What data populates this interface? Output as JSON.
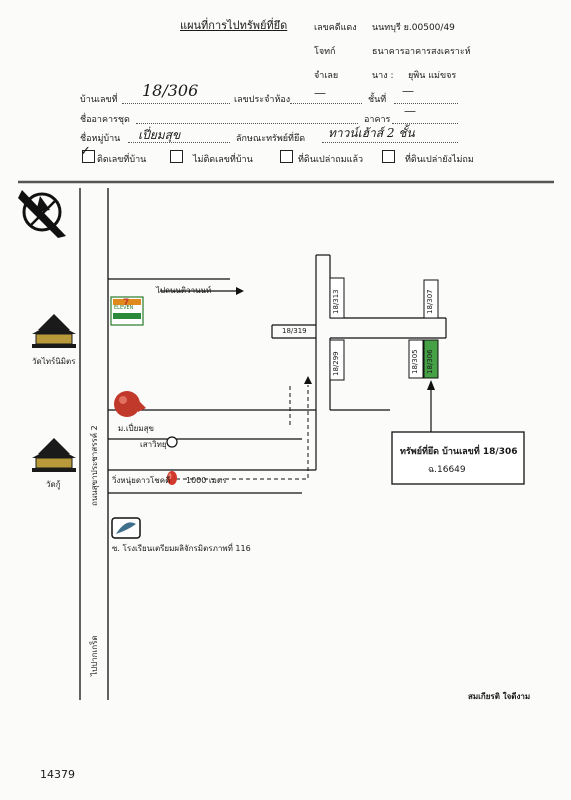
{
  "header": {
    "title": "แผนที่การไปทรัพย์ที่ยึด",
    "case_label": "เลขคดีแดง",
    "case_value": "นนทบุรี ย.00500/49",
    "plaintiff_label": "โจทก์",
    "plaintiff_value": "ธนาคารอาคารสงเคราะห์",
    "defendant_label": "จำเลย",
    "defendant_title": "นาง :",
    "defendant_value": "ยุพิน แม่ขจร"
  },
  "form": {
    "house_no_label": "บ้านเลขที่",
    "house_no_value": "18/306",
    "room_label": "เลขประจำห้อง",
    "room_value": "—",
    "floor_label": "ชั้นที่",
    "floor_value": "—",
    "condo_label": "ชื่ออาคารชุด",
    "building_label": "อาคาร",
    "building_value": "—",
    "village_label": "ชื่อหมู่บ้าน",
    "village_value": "เปี่ยมสุข",
    "property_type_label": "ลักษณะทรัพย์ที่ยึด",
    "property_type_value": "ทาวน์เฮ้าส์ 2 ชั้น"
  },
  "checkboxes": [
    {
      "label": "ติดเลขที่บ้าน",
      "checked": true
    },
    {
      "label": "ไม่ติดเลขที่บ้าน",
      "checked": false
    },
    {
      "label": "ที่ดินเปล่าถมแล้ว",
      "checked": false
    },
    {
      "label": "ที่ดินเปล่ายังไม่ถม",
      "checked": false
    }
  ],
  "map": {
    "road_main": "ถนนสุขาประชาสรรค์ 2",
    "road_bottom": "ไปปากเกร็ด",
    "to_nonthaburi": "ไปถนนติวานนท์",
    "temple_top": "วัดไทร์นิมิตร",
    "temple_bottom": "วัดกู้",
    "village_sign": "ม.เปี่ยมสุข",
    "pole": "เสาวิทยุ",
    "distance_label": "วิ่งหนุ่ยดาวโชคดี",
    "distance": "1000 เมตร",
    "school": "ซ. โรงเรียนเตรียมผลิจักรมิตรภาพที่ 116",
    "seven_eleven": "ELEVEN",
    "seven_digit": "7",
    "plots": [
      "18/313",
      "18/307",
      "18/319",
      "18/299",
      "18/305",
      "18/306"
    ],
    "target_colour": "#45a046"
  },
  "property_box": {
    "line1": "ทรัพย์ที่ยึด บ้านเลขที่ 18/306",
    "line2": "ฉ.16649"
  },
  "signature": "สมเกียรติ ใจดีงาม",
  "footer_number": "14379"
}
